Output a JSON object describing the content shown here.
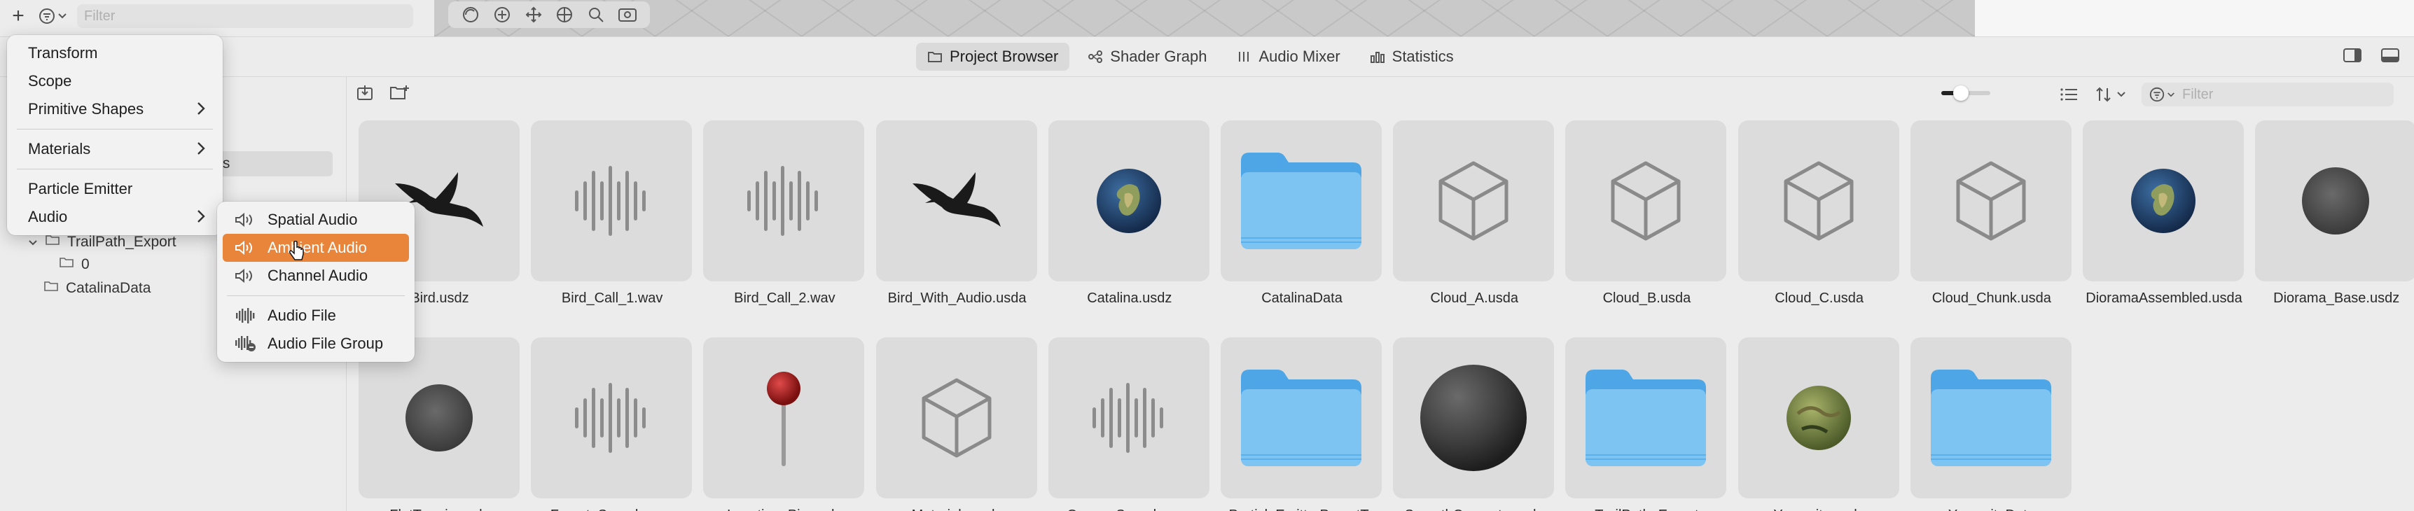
{
  "top_bar": {
    "filter_placeholder": "Filter"
  },
  "tabs": [
    {
      "label": "Project Browser",
      "icon": "folder-icon",
      "active": true
    },
    {
      "label": "Shader Graph",
      "icon": "shader-graph-icon",
      "active": false
    },
    {
      "label": "Audio Mixer",
      "icon": "audio-mixer-icon",
      "active": false
    },
    {
      "label": "Statistics",
      "icon": "statistics-icon",
      "active": false
    }
  ],
  "tree": {
    "selected_suffix": "ts",
    "items": [
      {
        "label": "TrailPath_Export"
      },
      {
        "label": "0"
      },
      {
        "label": "CatalinaData"
      }
    ]
  },
  "browser": {
    "filter_placeholder": "Filter",
    "thumbnail_size": 0.3
  },
  "assets": [
    {
      "label": "Bird.usdz",
      "icon": "bird-model-icon"
    },
    {
      "label": "Bird_Call_1.wav",
      "icon": "audio-waveform-icon"
    },
    {
      "label": "Bird_Call_2.wav",
      "icon": "audio-waveform-icon"
    },
    {
      "label": "Bird_With_Audio.usda",
      "icon": "bird-model-icon"
    },
    {
      "label": "Catalina.usdz",
      "icon": "island-globe-icon"
    },
    {
      "label": "CatalinaData",
      "icon": "folder-icon"
    },
    {
      "label": "Cloud_A.usda",
      "icon": "cube-icon"
    },
    {
      "label": "Cloud_B.usda",
      "icon": "cube-icon"
    },
    {
      "label": "Cloud_C.usda",
      "icon": "cube-icon"
    },
    {
      "label": "Cloud_Chunk.usda",
      "icon": "cube-icon"
    },
    {
      "label": "DioramaAssembled.usda",
      "icon": "island-globe-icon"
    },
    {
      "label": "Diorama_Base.usdz",
      "icon": "dark-disc-icon"
    },
    {
      "label": "FlatTerrain.usda",
      "icon": "dark-disc-icon"
    },
    {
      "label": "Forest_Sounds.wav",
      "icon": "audio-waveform-icon"
    },
    {
      "label": "Location_Pin.usda",
      "icon": "location-pin-icon"
    },
    {
      "label": "Materials.usda",
      "icon": "cube-icon"
    },
    {
      "label": "Ocean_Sounds.wav",
      "icon": "audio-waveform-icon"
    },
    {
      "label": "ParticleEmitterPresetTe",
      "icon": "folder-icon"
    },
    {
      "label": "SmoothConcrete.usda",
      "icon": "concrete-sphere-icon"
    },
    {
      "label": "TrailPath_Export",
      "icon": "folder-icon"
    },
    {
      "label": "Yosemite.usda",
      "icon": "terrain-globe-icon"
    },
    {
      "label": "YosemiteData",
      "icon": "folder-icon"
    }
  ],
  "add_menu": {
    "items": [
      {
        "label": "Transform",
        "submenu": false
      },
      {
        "label": "Scope",
        "submenu": false
      },
      {
        "label": "Primitive Shapes",
        "submenu": true
      },
      {
        "separator": true
      },
      {
        "label": "Materials",
        "submenu": true
      },
      {
        "separator": true
      },
      {
        "label": "Particle Emitter",
        "submenu": false
      },
      {
        "label": "Audio",
        "submenu": true,
        "hovered": true
      }
    ]
  },
  "audio_submenu": {
    "items": [
      {
        "label": "Spatial Audio",
        "icon": "speaker-icon"
      },
      {
        "label": "Ambient Audio",
        "icon": "speaker-icon",
        "highlighted": true
      },
      {
        "label": "Channel Audio",
        "icon": "speaker-icon"
      },
      {
        "separator": true
      },
      {
        "label": "Audio File",
        "icon": "audio-file-icon"
      },
      {
        "label": "Audio File Group",
        "icon": "audio-file-group-icon"
      }
    ]
  },
  "colors": {
    "highlight": "#e8853a",
    "folder": "#7dc4f2",
    "folder_tab": "#4ea6e6"
  }
}
